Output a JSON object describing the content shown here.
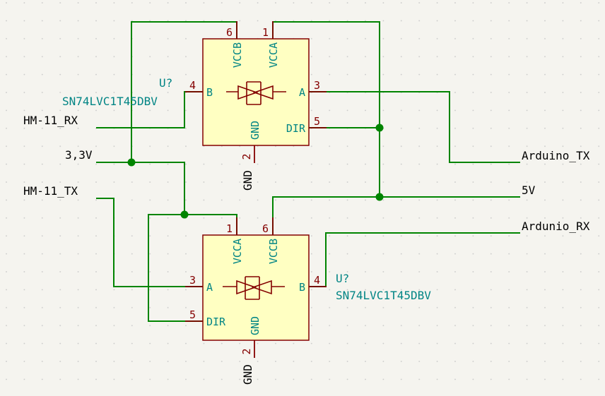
{
  "colors": {
    "background": "#f5f4ef",
    "grid_dot": "#c8c8c8",
    "wire": "#008400",
    "pin": "#840000",
    "body_fill": "#ffffc2",
    "body_stroke": "#840000",
    "pin_name": "#008484",
    "net_label": "#000000"
  },
  "net_labels": {
    "hm11_rx": "HM-11_RX",
    "v33": "3,3V",
    "hm11_tx": "HM-11_TX",
    "arduino_tx": "Arduino_TX",
    "v5": "5V",
    "ardunio_rx": "Ardunio_RX"
  },
  "u1": {
    "ref": "U?",
    "value": "SN74LVC1T45DBV",
    "pins": {
      "vccb": "VCCB",
      "vcca": "VCCA",
      "b": "B",
      "a": "A",
      "gnd": "GND",
      "dir": "DIR"
    },
    "pin_numbers": {
      "vccb": "6",
      "vcca": "1",
      "b": "4",
      "a": "3",
      "gnd": "2",
      "dir": "5"
    },
    "gnd_label": "GND"
  },
  "u2": {
    "ref": "U?",
    "value": "SN74LVC1T45DBV",
    "pins": {
      "vcca": "VCCA",
      "vccb": "VCCB",
      "a": "A",
      "b": "B",
      "dir": "DIR",
      "gnd": "GND"
    },
    "pin_numbers": {
      "vcca": "1",
      "vccb": "6",
      "a": "3",
      "b": "4",
      "dir": "5",
      "gnd": "2"
    },
    "gnd_label": "GND"
  }
}
